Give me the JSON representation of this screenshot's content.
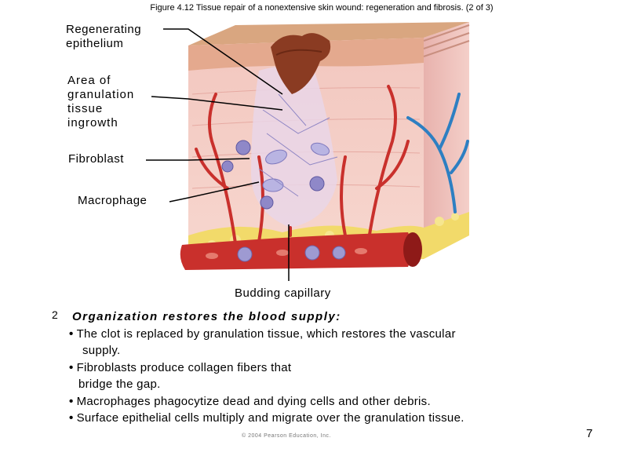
{
  "figure_title": "Figure 4.12  Tissue repair of a nonextensive skin wound: regeneration and fibrosis. (2 of 3)",
  "labels": {
    "regenerating_epithelium": [
      "Regenerating",
      "epithelium"
    ],
    "granulation_tissue": [
      "Area of",
      "granulation",
      "tissue",
      "ingrowth"
    ],
    "fibroblast": "Fibroblast",
    "macrophage": "Macrophage",
    "budding_capillary": "Budding capillary"
  },
  "step": {
    "number": "2",
    "heading": "Organization restores the blood supply:",
    "bullets": [
      {
        "line1": "The clot is replaced by granulation tissue, which restores the vascular",
        "line2": "supply."
      },
      {
        "line1": "Fibroblasts produce collagen fibers that",
        "line2": "bridge the gap."
      },
      {
        "line1": "Macrophages phagocytize dead and dying cells and other debris."
      },
      {
        "line1": "Surface epithelial cells multiply and migrate over the granulation tissue."
      }
    ],
    "bullet_glyph": "•"
  },
  "copyright": "© 2004 Pearson Education, Inc.",
  "page_number": "7",
  "colors": {
    "epidermis": "#d9a680",
    "dermis": "#eebfb8",
    "fat": "#f2da6a",
    "scab": "#8a3b22",
    "artery": "#c9302c",
    "vein": "#2d7fc2",
    "granulation": "#e9d6e8",
    "macrophage": "#8f88c8"
  }
}
